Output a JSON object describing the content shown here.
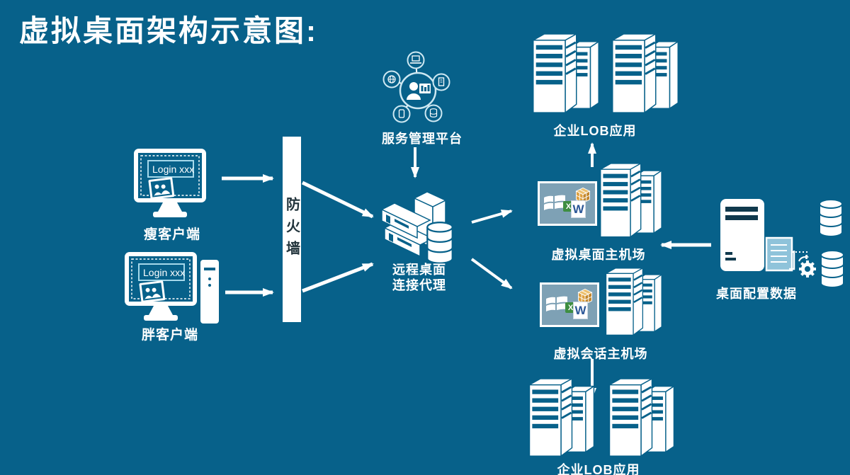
{
  "page": {
    "title": "虚拟桌面架构示意图:"
  },
  "colors": {
    "background": "#07618a",
    "icon_white": "#ffffff",
    "farm_screen_panel": "#7ea1b5",
    "excel_green": "#3e8e41",
    "word_blue": "#2b5797",
    "cube_orange": "#dfa13f",
    "login_box_border": "#a5d8ea",
    "firewall_text": "#22343c",
    "document_blue": "#8fc3da"
  },
  "nodes": {
    "thin_client": {
      "label": "瘦客户端",
      "screen_text": "Login xxx"
    },
    "fat_client": {
      "label": "胖客户端",
      "screen_text": "Login xxx"
    },
    "firewall": {
      "label": "防火墙"
    },
    "service_platform": {
      "label": "服务管理平台"
    },
    "broker": {
      "label_line1": "远程桌面",
      "label_line2": "连接代理"
    },
    "vdi_farm": {
      "label": "虚拟桌面主机场",
      "word_letter": "W",
      "excel_letter": "X"
    },
    "session_farm": {
      "label": "虚拟会话主机场",
      "word_letter": "W",
      "excel_letter": "X"
    },
    "lob_top": {
      "label": "企业LOB应用"
    },
    "lob_bottom": {
      "label": "企业LOB应用"
    },
    "config_data": {
      "label": "桌面配置数据"
    }
  }
}
